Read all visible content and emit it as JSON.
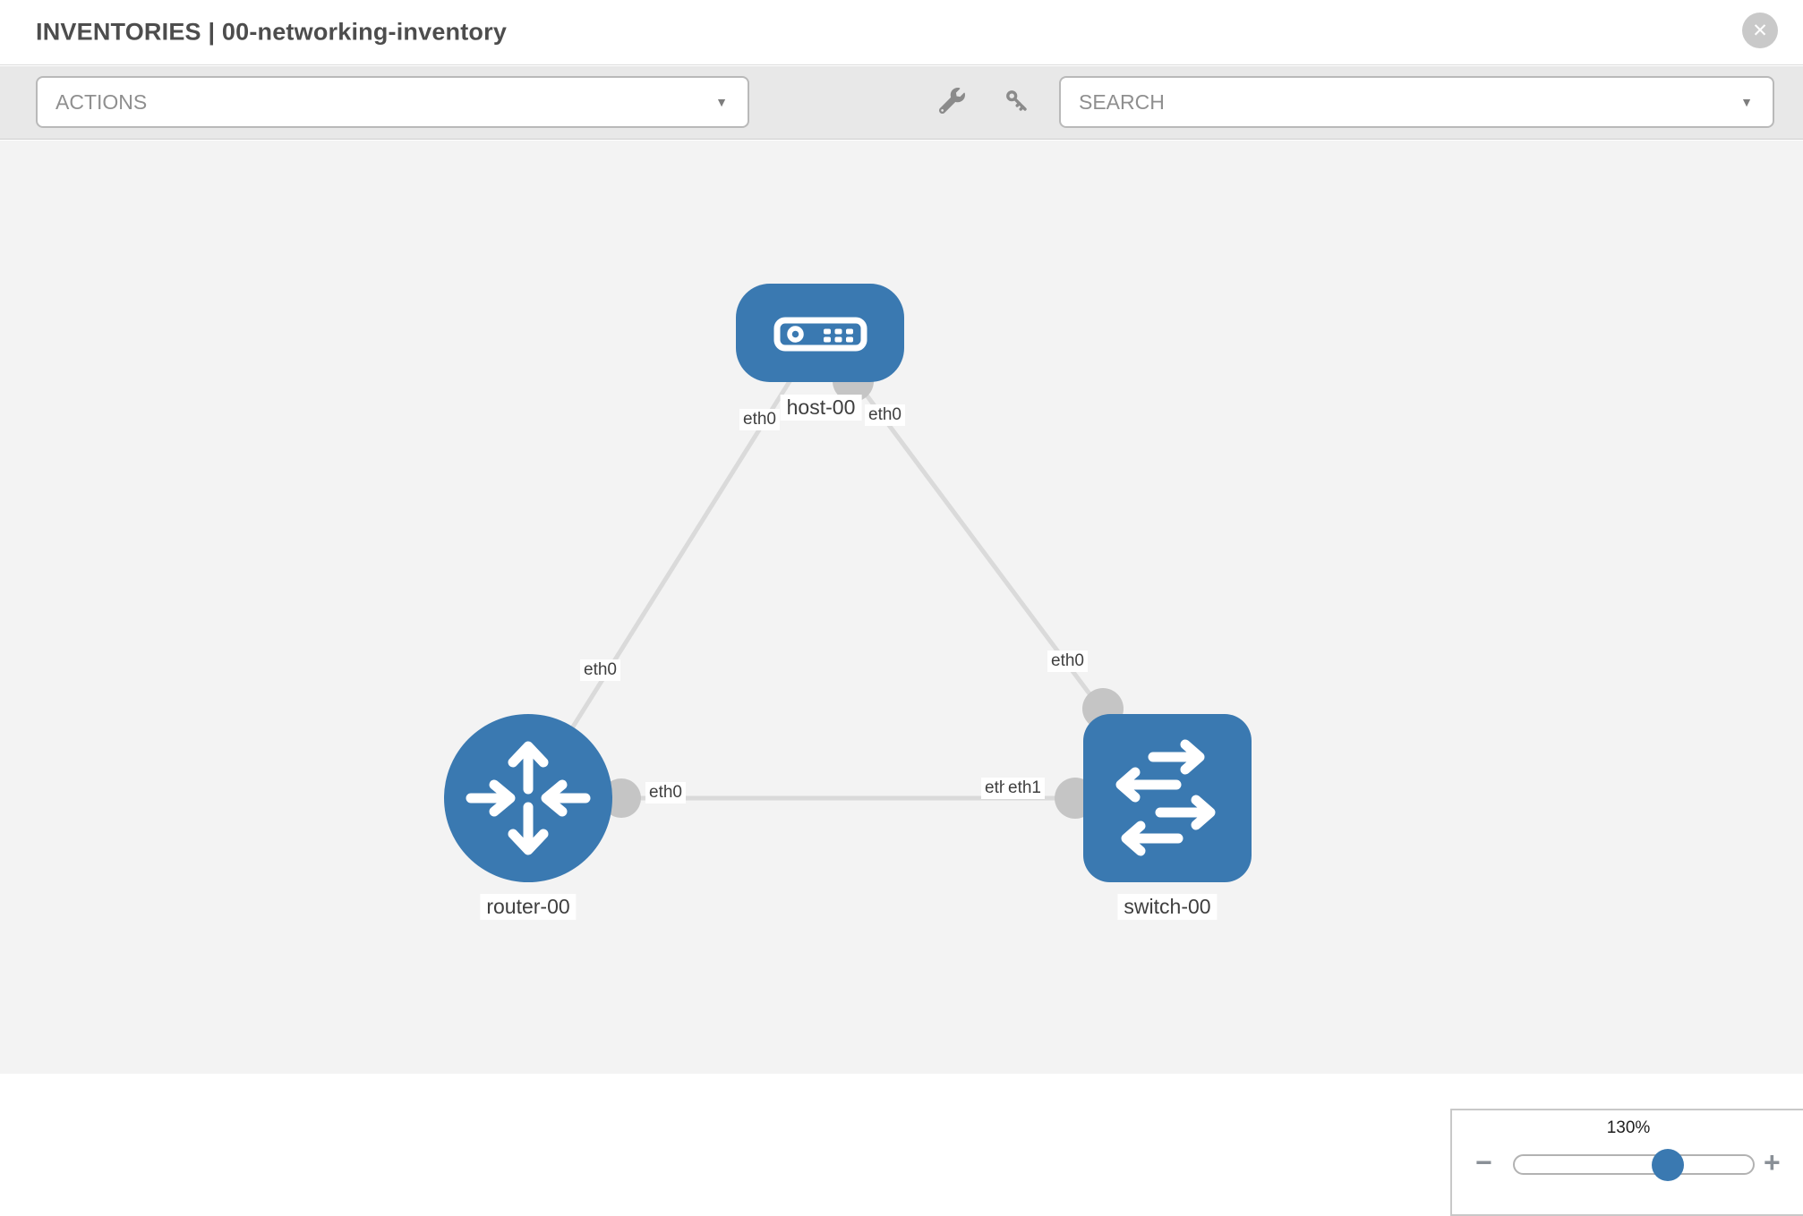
{
  "header": {
    "title": "INVENTORIES | 00-networking-inventory"
  },
  "toolbar": {
    "actions_label": "ACTIONS",
    "search_label": "SEARCH"
  },
  "icons": {
    "close": "✕",
    "caret_down": "▼",
    "zoom_out": "−",
    "zoom_in": "+"
  },
  "topology": {
    "nodes": [
      {
        "label": "host-00",
        "type": "host"
      },
      {
        "label": "router-00",
        "type": "router"
      },
      {
        "label": "switch-00",
        "type": "switch"
      }
    ],
    "interfaces": {
      "host_left": "eth0",
      "host_right": "eth0",
      "host_router_link": "eth0",
      "host_switch_link": "eth0",
      "router_switch_link_router_end": "eth0",
      "router_switch_link_switch_end_hidden": "eth0",
      "router_switch_link_switch_end": "eth1"
    }
  },
  "zoom_control": {
    "level": "130%"
  },
  "colors": {
    "node_blue": "#3A79B1",
    "link_gray": "#DADADA",
    "interface_gray": "#C5C5C5",
    "canvas_bg": "#F3F3F3",
    "toolbar_bg": "#E8E8E8",
    "slider_thumb": "#3A79B1"
  }
}
